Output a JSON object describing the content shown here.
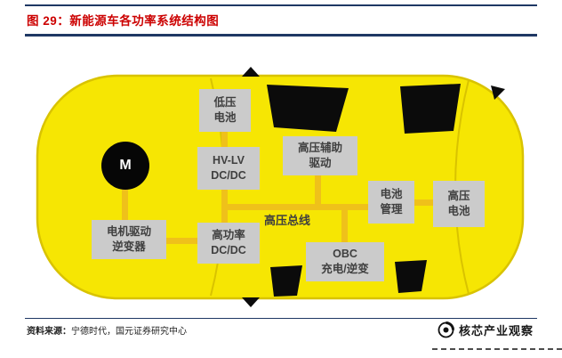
{
  "header": {
    "title": "图 29：新能源车各功率系统结构图"
  },
  "diagram": {
    "motor_label": "M",
    "bus_label": "高压总线",
    "boxes": {
      "lv_battery": "低压\n电池",
      "hvlv_dcdc": "HV-LV\nDC/DC",
      "hv_aux_drive": "高压辅助\n驱动",
      "battery_mgmt": "电池\n管理",
      "hv_battery": "高压\n电池",
      "motor_inverter": "电机驱动\n逆变器",
      "high_power_dcdc": "高功率\nDC/DC",
      "obc": "OBC\n充电/逆变"
    }
  },
  "footer": {
    "source_label": "资料来源：",
    "source_text": "宁德时代，国元证券研究中心",
    "brand_name": "核芯产业观察"
  },
  "colors": {
    "title_red": "#CC0000",
    "rule_navy": "#1F3864",
    "car_yellow": "#F6E603",
    "car_outline": "#D9C300",
    "connector_gold": "#EFC11A",
    "box_gray": "#CBCBCB",
    "box_text": "#3F3F3F",
    "window_black": "#0b0b0b"
  }
}
